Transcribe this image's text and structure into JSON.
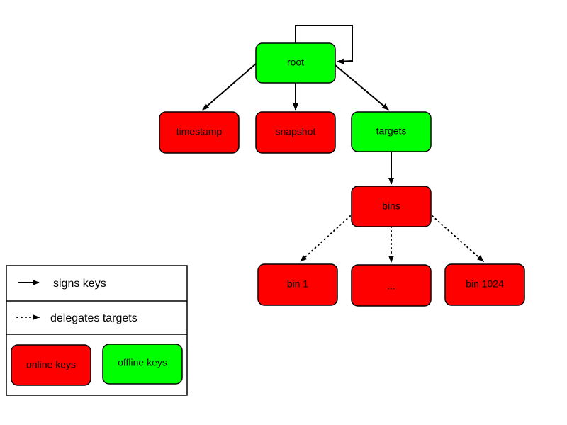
{
  "colors": {
    "online": "#ff0000",
    "offline": "#00ff00",
    "stroke": "#000000",
    "background": "#ffffff"
  },
  "nodes": {
    "root": {
      "label": "root",
      "key_type": "offline"
    },
    "timestamp": {
      "label": "timestamp",
      "key_type": "online"
    },
    "snapshot": {
      "label": "snapshot",
      "key_type": "online"
    },
    "targets": {
      "label": "targets",
      "key_type": "offline"
    },
    "bins": {
      "label": "bins",
      "key_type": "online"
    },
    "bin_1": {
      "label": "bin 1",
      "key_type": "online"
    },
    "bin_ellipsis": {
      "label": "...",
      "key_type": "online"
    },
    "bin_1024": {
      "label": "bin 1024",
      "key_type": "online"
    }
  },
  "edges": [
    {
      "from": "root",
      "to": "root",
      "style": "solid"
    },
    {
      "from": "root",
      "to": "timestamp",
      "style": "solid"
    },
    {
      "from": "root",
      "to": "snapshot",
      "style": "solid"
    },
    {
      "from": "root",
      "to": "targets",
      "style": "solid"
    },
    {
      "from": "targets",
      "to": "bins",
      "style": "solid"
    },
    {
      "from": "bins",
      "to": "bin_1",
      "style": "dotted"
    },
    {
      "from": "bins",
      "to": "bin_ellipsis",
      "style": "dotted"
    },
    {
      "from": "bins",
      "to": "bin_1024",
      "style": "dotted"
    }
  ],
  "legend": {
    "signs_keys": "signs keys",
    "delegates_targets": "delegates targets",
    "online_keys": "online keys",
    "offline_keys": "offline keys"
  }
}
